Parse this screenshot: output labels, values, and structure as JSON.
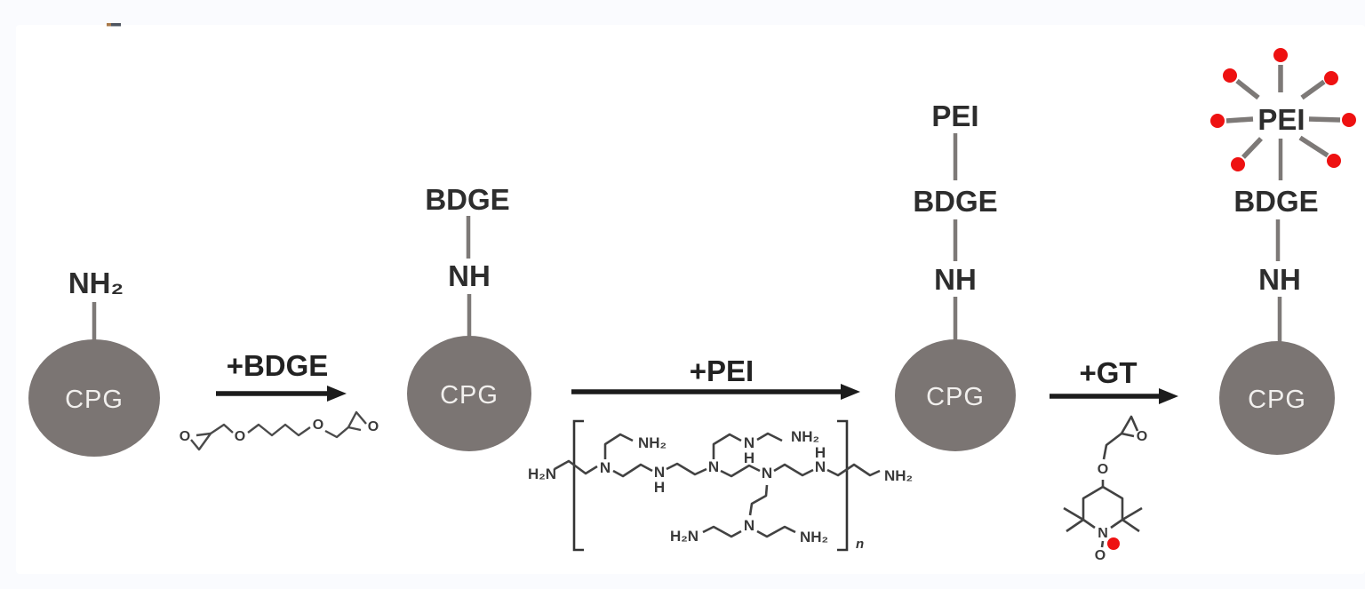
{
  "colors": {
    "page_bg": "#fafbfe",
    "canvas": "#ffffff",
    "sphere": "#7b7573",
    "sphere_text": "#f1efed",
    "bond_gray": "#7d7977",
    "arrow_black": "#1c1c1c",
    "structure_stroke": "#424242",
    "radical_red": "#ee1111"
  },
  "stages": [
    {
      "sphere": "CPG",
      "chain": [
        "NH₂"
      ]
    },
    {
      "sphere": "CPG",
      "chain": [
        "NH",
        "BDGE"
      ]
    },
    {
      "sphere": "CPG",
      "chain": [
        "NH",
        "BDGE",
        "PEI"
      ]
    },
    {
      "sphere": "CPG",
      "chain": [
        "NH",
        "BDGE",
        "PEI"
      ],
      "radical_count": 7
    }
  ],
  "arrows": [
    {
      "label": "+BDGE"
    },
    {
      "label": "+PEI"
    },
    {
      "label": "+GT"
    }
  ],
  "molecules": {
    "bdge": {
      "o1": "O",
      "o2": "O",
      "o3": "O",
      "o4": "O"
    },
    "pei": {
      "left_amine": "H₂N",
      "n1": "N",
      "branch1_amine": "NH₂",
      "nh1": "N",
      "nh1_h": "H",
      "n2": "N",
      "nh_top": "N",
      "nh_top_h": "H",
      "top_amine": "NH₂",
      "n4": "N",
      "nh_right": "N",
      "nh_right_h": "H",
      "right_amine": "NH₂",
      "n5": "N",
      "bottom_left_amine": "H₂N",
      "bottom_right_amine": "NH₂",
      "repeat_subscript": "n"
    },
    "gt": {
      "epoxide_o": "O",
      "ether_o": "O",
      "n": "N",
      "radical_o": "O"
    }
  }
}
